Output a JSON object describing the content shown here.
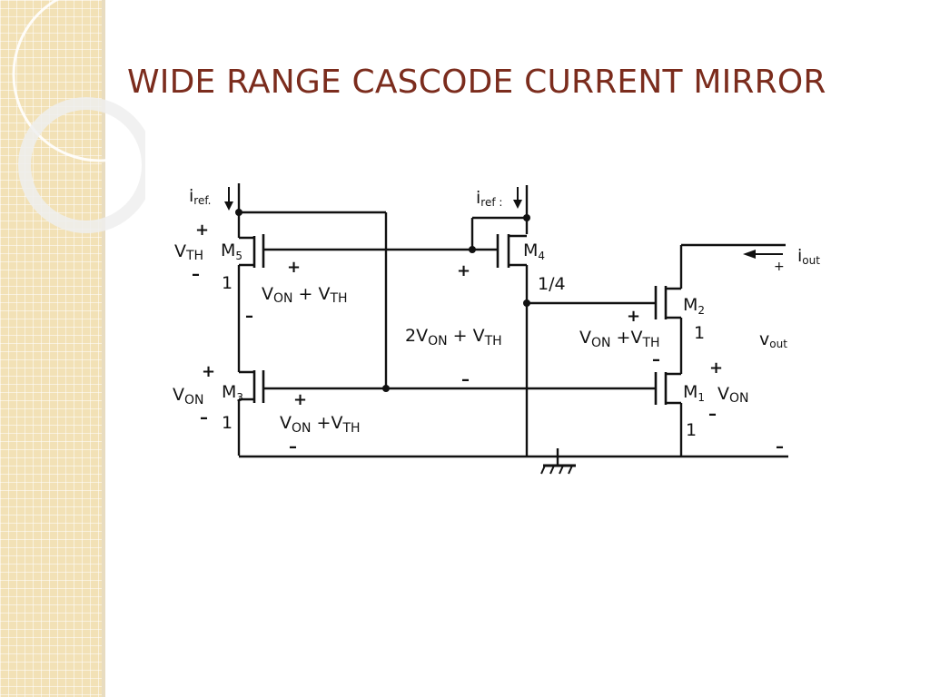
{
  "slide": {
    "title": "WIDE RANGE CASCODE CURRENT MIRROR"
  },
  "circuit": {
    "iref_left": {
      "main": "i",
      "sub": "ref."
    },
    "iref_right": {
      "main": "i",
      "sub": "ref :"
    },
    "iout": {
      "main": "i",
      "sub": "out"
    },
    "vout": {
      "main": "v",
      "sub": "out"
    },
    "M5": {
      "main": "M",
      "sub": "5",
      "ratio": "1"
    },
    "M4": {
      "main": "M",
      "sub": "4",
      "ratio": "1/4"
    },
    "M3": {
      "main": "M",
      "sub": "3",
      "ratio": "1"
    },
    "M2": {
      "main": "M",
      "sub": "2",
      "ratio": "1"
    },
    "M1": {
      "main": "M",
      "sub": "1",
      "ratio": "1"
    },
    "v_th_left": {
      "main": "V",
      "sub": "TH"
    },
    "v_on_m3": {
      "main": "V",
      "sub": "ON"
    },
    "von_vth_m5": {
      "p1": "V",
      "s1": "ON",
      "mid": " + V",
      "s2": "TH"
    },
    "two_von_vth": {
      "p1": "2V",
      "s1": "ON",
      "mid": " + V",
      "s2": "TH"
    },
    "von_vth_m3": {
      "p1": "V",
      "s1": "ON",
      "mid": " +V",
      "s2": "TH"
    },
    "von_vth_m2": {
      "p1": "V",
      "s1": "ON",
      "mid": " +V",
      "s2": "TH"
    },
    "v_on_m1": {
      "main": "V",
      "sub": "ON"
    },
    "plus": "+",
    "minus": "–"
  }
}
